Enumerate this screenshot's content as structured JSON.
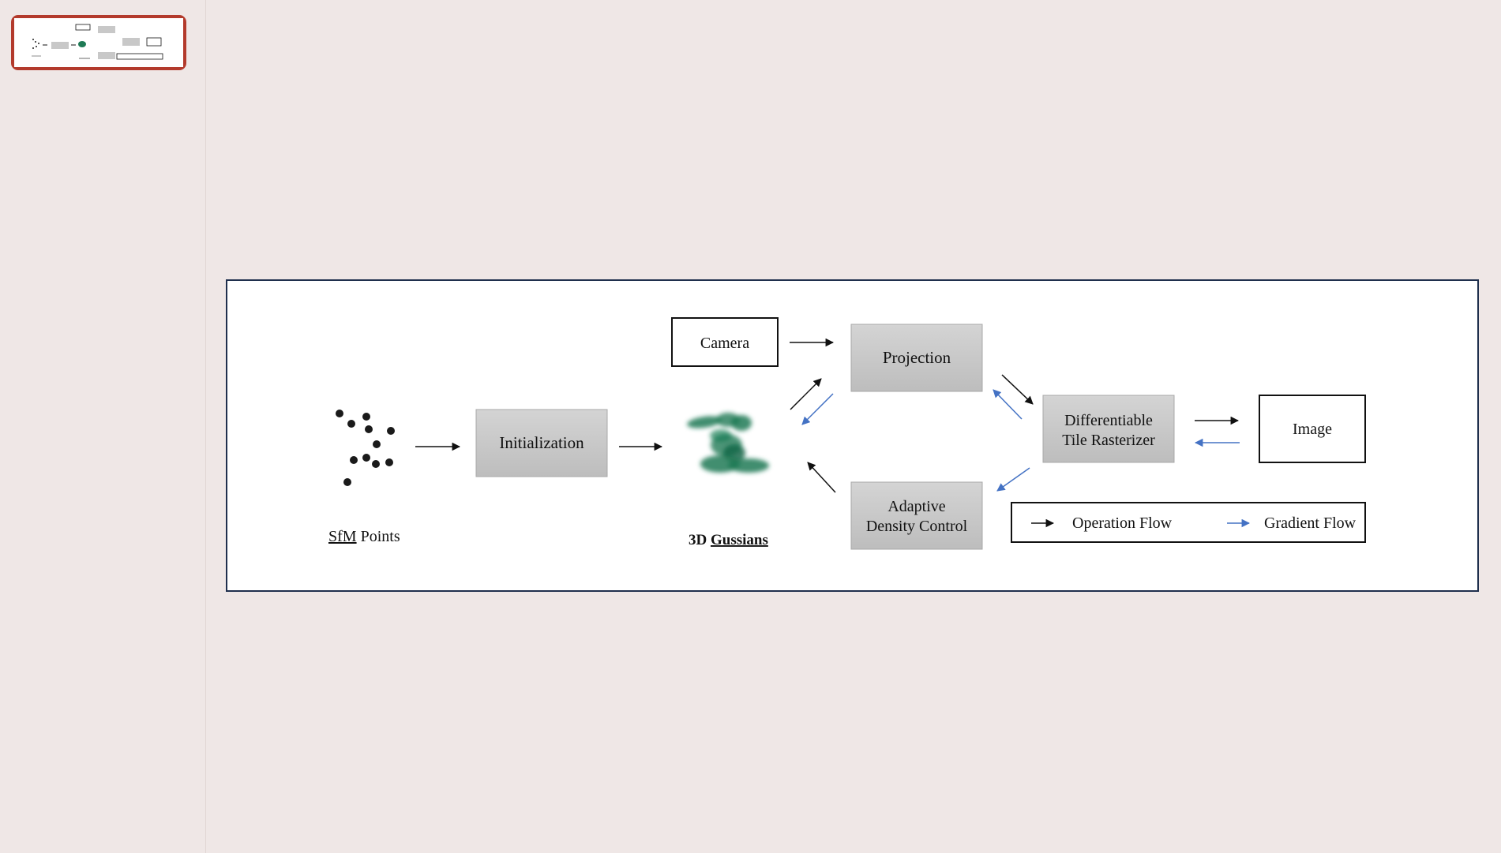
{
  "thumbnail": {
    "selected": true,
    "accent": "#b33a2c"
  },
  "diagram": {
    "nodes": {
      "camera": "Camera",
      "projection": "Projection",
      "initialization": "Initialization",
      "rasterizer_line1": "Differentiable",
      "rasterizer_line2": "Tile Rasterizer",
      "image": "Image",
      "adc_line1": "Adaptive",
      "adc_line2": "Density Control"
    },
    "labels": {
      "sfm_prefix": "SfM",
      "sfm_suffix": " Points",
      "gaussians_prefix": "3D ",
      "gaussians_suffix": "Gussians"
    },
    "legend": {
      "operation": "Operation Flow",
      "gradient": "Gradient Flow"
    },
    "colors": {
      "operation_arrow": "#111111",
      "gradient_arrow": "#4472c4",
      "gaussian_green": "#1e7a55",
      "gray_box": "#c8c8c8"
    }
  }
}
